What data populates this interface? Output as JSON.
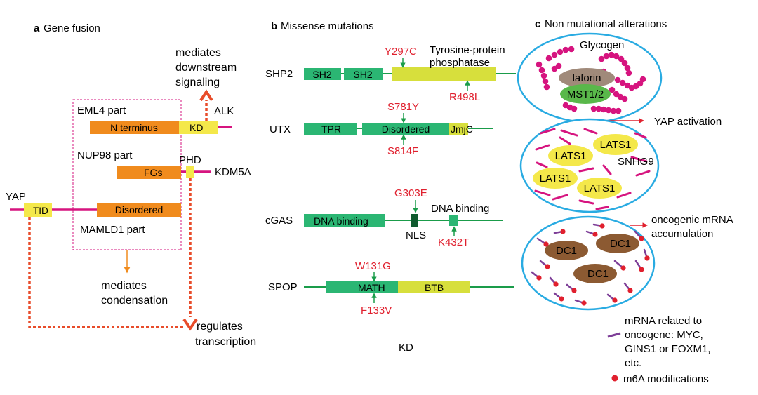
{
  "panel_a": {
    "title_letter": "a",
    "title": "Gene fusion",
    "yap": "YAP",
    "tid": "TID",
    "disordered": "Disordered",
    "mamld1": "MAMLD1 part",
    "eml4": "EML4 part",
    "n_terminus": "N terminus",
    "kd": "KD",
    "alk": "ALK",
    "nup98": "NUP98 part",
    "fgs": "FGs",
    "phd": "PHD",
    "kdm5a": "KDM5A",
    "mediates_downstream_1": "mediates",
    "mediates_downstream_2": "downstream",
    "mediates_downstream_3": "signaling",
    "mediates_condensation_1": "mediates",
    "mediates_condensation_2": "condensation",
    "regulates_1": "regulates",
    "regulates_2": "transcription"
  },
  "panel_b": {
    "title_letter": "b",
    "title": "Missense mutations",
    "shp2": {
      "name": "SHP2",
      "domains": [
        "SH2",
        "SH2"
      ],
      "ptp_1": "Tyrosine-protein",
      "ptp_2": "phosphatase",
      "mut_top": "Y297C",
      "mut_bottom": "R498L"
    },
    "utx": {
      "name": "UTX",
      "domains": [
        "TPR",
        "Disordered",
        "JmjC"
      ],
      "mut_top": "S781Y",
      "mut_bottom": "S814F"
    },
    "cgas": {
      "name": "cGAS",
      "dna_binding_left": "DNA binding",
      "dna_binding_right": "DNA binding",
      "nls": "NLS",
      "mut_top": "G303E",
      "mut_bottom": "K432T"
    },
    "spop": {
      "name": "SPOP",
      "domains": [
        "MATH",
        "BTB"
      ],
      "mut_top": "W131G",
      "mut_bottom": "F133V"
    },
    "kd_footer": "KD"
  },
  "panel_c": {
    "title_letter": "c",
    "title": "Non mutational alterations",
    "glycogen": "Glycogen",
    "laforin": "laforin",
    "mst": "MST1/2",
    "yap_activation": "YAP activation",
    "lats": [
      "LATS1",
      "LATS1",
      "LATS1",
      "LATS1"
    ],
    "snhg9": "SNHG9",
    "oncogenic_1": "oncogenic mRNA",
    "oncogenic_2": "accumulation",
    "dc1": [
      "DC1",
      "DC1",
      "DC1"
    ],
    "legend_mrna_1": "mRNA related to",
    "legend_mrna_2": "oncogene: MYC,",
    "legend_mrna_3": "GINS1 or FOXM1,",
    "legend_mrna_4": "etc.",
    "legend_m6a": "m6A modifications"
  },
  "colors": {
    "magenta": "#d6147f",
    "orange": "#f08b1d",
    "yellow": "#f4e84a",
    "green_line": "#1a9c4a",
    "green_box": "#2bb673",
    "yellow_green": "#d7df3c",
    "red_text": "#e0202e",
    "dotted_red": "#e84c2a",
    "cyan": "#29abe2",
    "laforin": "#a08a7a",
    "mst": "#59b84a",
    "dc1": "#8c5a32",
    "purple": "#7e3f98"
  }
}
